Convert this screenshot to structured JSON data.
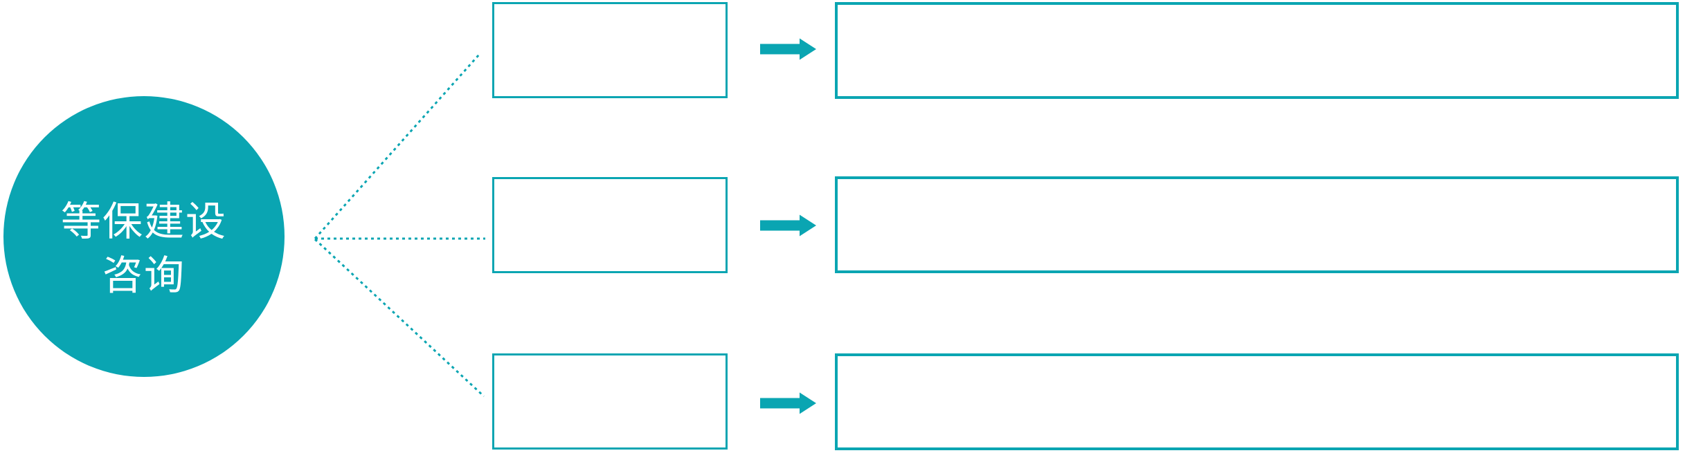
{
  "colors": {
    "accent": "#0AA5B2",
    "background": "#FFFFFF",
    "text_on_accent": "#FFFFFF"
  },
  "diagram": {
    "root_node": {
      "label": "等保建设咨询",
      "line1": "等保建设",
      "line2": "咨询"
    },
    "rows": [
      {
        "step_label": "",
        "detail_label": ""
      },
      {
        "step_label": "",
        "detail_label": ""
      },
      {
        "step_label": "",
        "detail_label": ""
      }
    ],
    "icons": {
      "arrow_right": "→",
      "connector_style": "dashed"
    }
  }
}
